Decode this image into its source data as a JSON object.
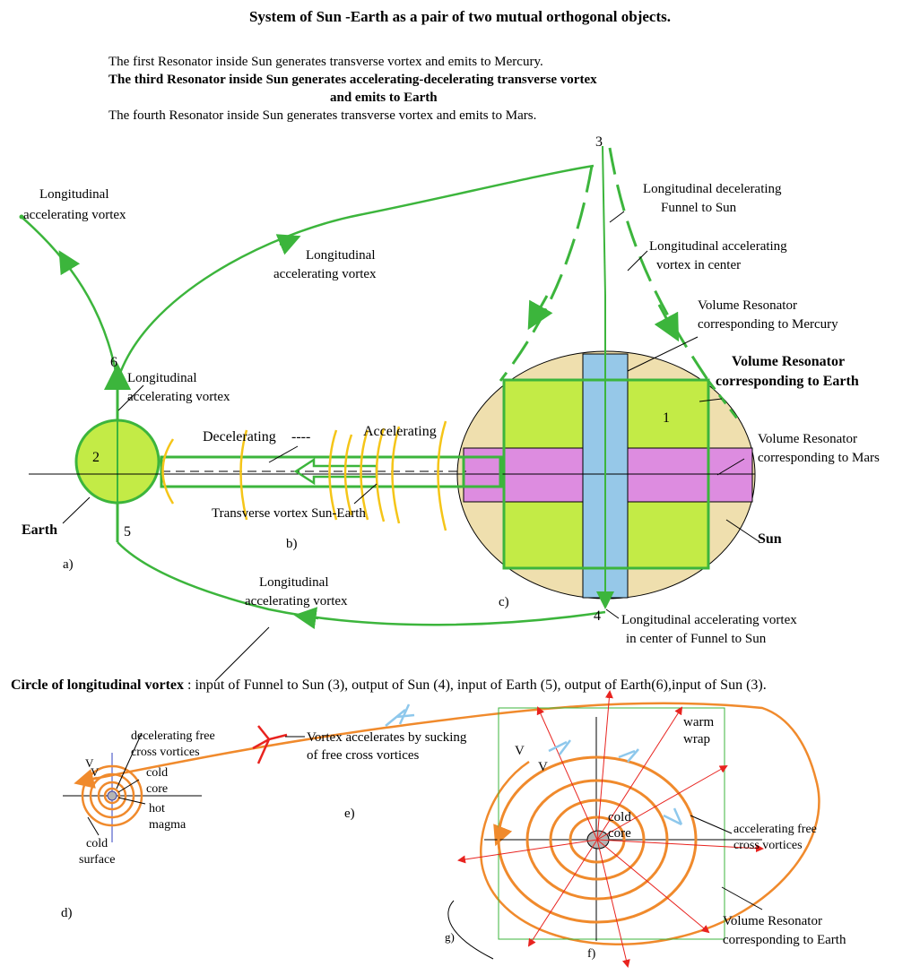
{
  "header": {
    "title": "System of Sun -Earth as a pair  of two mutual orthogonal objects.",
    "lines": [
      "The first Resonator inside Sun generates  transverse vortex and emits to Mercury.",
      "The third Resonator inside Sun generates accelerating-decelerating transverse vortex",
      "and emits to Earth",
      "The fourth Resonator inside Sun generates transverse vortex and emits to Mars."
    ]
  },
  "top_diagram": {
    "points": {
      "p1": "1",
      "p2": "2",
      "p3": "3",
      "p4": "4",
      "p5": "5",
      "p6": "6"
    },
    "panels": {
      "a": "a)",
      "b": "b)",
      "c": "c)"
    },
    "labels": {
      "long_acc_far_1": "Longitudinal",
      "long_acc_far_2": "accelerating vortex",
      "long_acc_top_1": "Longitudinal",
      "long_acc_top_2": "accelerating vortex",
      "long_dec_funnel_1": "Longitudinal decelerating",
      "long_dec_funnel_2": "Funnel to Sun",
      "long_acc_center_1": "Longitudinal accelerating",
      "long_acc_center_2": "vortex in center",
      "vol_mercury_1": "Volume Resonator",
      "vol_mercury_2": "corresponding to Mercury",
      "vol_earth_1": "Volume Resonator",
      "vol_earth_2": "corresponding to Earth",
      "long_acc_6_1": "Longitudinal",
      "long_acc_6_2": "accelerating vortex",
      "decelerating": "Decelerating",
      "dashes": "----",
      "accelerating": "Accelerating",
      "vol_mars_1": "Volume Resonator",
      "vol_mars_2": "corresponding to Mars",
      "transverse": "Transverse vortex Sun-Earth",
      "earth": "Earth",
      "sun": "Sun",
      "long_acc_bottom_1": "Longitudinal",
      "long_acc_bottom_2": "accelerating vortex",
      "long_acc_4_1": "Longitudinal accelerating vortex",
      "long_acc_4_2": "in  center of Funnel to Sun"
    },
    "colors": {
      "green_line": "#3cb53c",
      "yellow_green": "#c3eb46",
      "blue": "#96c8e8",
      "violet": "#dd8ce0",
      "sun_tan": "#efdfae",
      "yellow_arc": "#f5c518"
    }
  },
  "circle_text": {
    "bold": "Circle of longitudinal vortex",
    "rest": " : input of Funnel to Sun (3), output of Sun (4), input of Earth (5), output of Earth(6),input of Sun (3)."
  },
  "bottom_diagram": {
    "panels": {
      "d": "d)",
      "e": "e)",
      "f": "f)",
      "g": "g)"
    },
    "labels": {
      "dec_free_1": "decelerating free",
      "dec_free_2": "cross vortices",
      "v": "V",
      "cold_core_1": "cold",
      "cold_core_2": "core",
      "hot_magma_1": "hot",
      "hot_magma_2": "magma",
      "cold_surface_1": "cold",
      "cold_surface_2": "surface",
      "vortex_acc_1": "Vortex accelerates by sucking",
      "vortex_acc_2": "of free cross   vortices",
      "warm_wrap_1": "warm",
      "warm_wrap_2": "wrap",
      "acc_free_1": "accelerating free",
      "acc_free_2": "cross vortices",
      "core_cold_1": "cold",
      "core_cold_2": "core",
      "vol_earth_1": "Volume Resonator",
      "vol_earth_2": "corresponding to Earth"
    },
    "colors": {
      "orange": "#f08a2c",
      "red": "#e8231f",
      "light_blue": "#8ec8ec",
      "grey_core": "#b4b4b4"
    }
  }
}
